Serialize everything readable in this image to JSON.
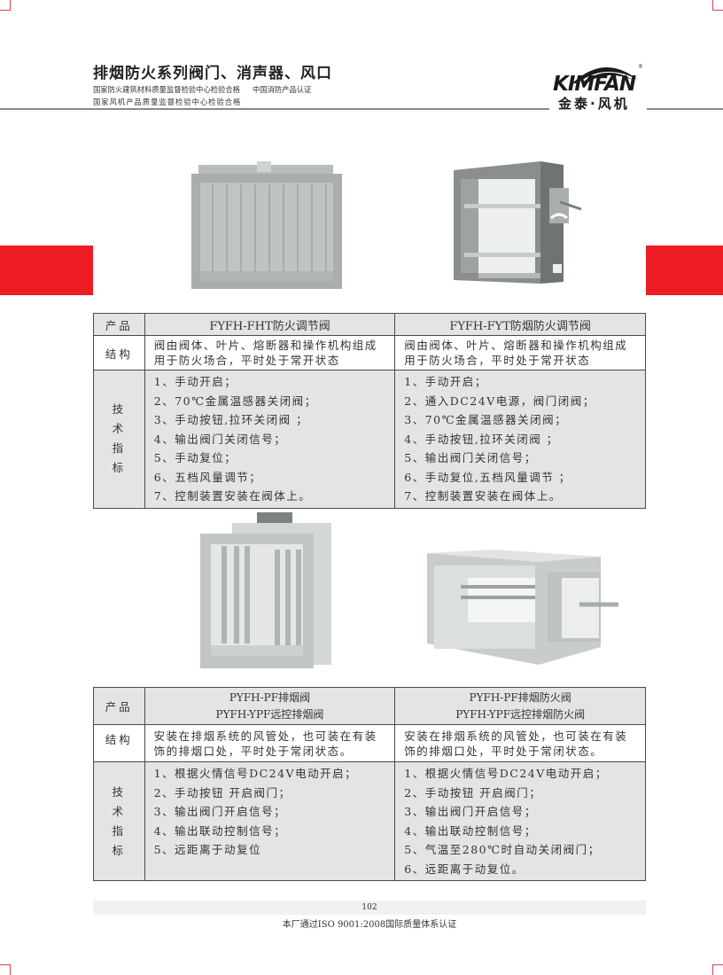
{
  "header": {
    "title": "排烟防火系列阀门、消声器、风口",
    "certifications": [
      "国家防火建筑材料质量监督检验中心检验合格",
      "中国消防产品认证",
      "国家风机产品质量监督检验中心检验合格"
    ]
  },
  "logo": {
    "brand": "KIMFAN",
    "registered": "®",
    "chinese_name": "金泰·风机"
  },
  "colors": {
    "accent_red": "#ed1c24",
    "table_gray": "#e3e4e4",
    "rule_gray": "#8a8a8a"
  },
  "section1": {
    "images": [
      {
        "name": "FYFH-FHT fire damper photo"
      },
      {
        "name": "FYFH-FYT smoke fire damper photo"
      }
    ],
    "table": {
      "labels": {
        "product": "产品",
        "structure": "结构",
        "tech": [
          "技",
          "术",
          "指",
          "标"
        ]
      },
      "products": [
        {
          "name_lines": [
            "FYFH-FHT防火调节阀"
          ],
          "structure_lines": [
            "阀由阀体、叶片、熔断器和操作机构组成",
            "用于防火场合，平时处于常开状态"
          ],
          "specs": [
            "1、手动开启；",
            "2、70℃金属温感器关闭阀；",
            "3、手动按钮,拉环关闭阀 ；",
            "4、输出阀门关闭信号；",
            "5、手动复位；",
            "6、五档风量调节；",
            "7、控制装置安装在阀体上。"
          ]
        },
        {
          "name_lines": [
            "FYFH-FYT防烟防火调节阀"
          ],
          "structure_lines": [
            "阀由阀体、叶片、熔断器和操作机构组成",
            "用于防火场合，平时处于常开状态"
          ],
          "specs": [
            "1、手动开启；",
            "2、通入DC24V电源，阀门闭阀；",
            "3、70℃金属温感器关闭阀；",
            "4、手动按钮,拉环关闭阀 ；",
            "5、输出阀门关闭信号；",
            "6、手动复位,五档风量调节 ；",
            "7、控制装置安装在阀体上。"
          ]
        }
      ]
    }
  },
  "section2": {
    "images": [
      {
        "name": "PYFH-PF smoke exhaust valve photo"
      },
      {
        "name": "PYFH-PF smoke exhaust fire valve photo"
      }
    ],
    "table": {
      "labels": {
        "product": "产品",
        "structure": "结构",
        "tech": [
          "技",
          "术",
          "指",
          "标"
        ]
      },
      "products": [
        {
          "name_lines": [
            "PYFH-PF排烟阀",
            "PYFH-YPF远控排烟阀"
          ],
          "structure_lines": [
            "安装在排烟系统的风管处，也可装在有装",
            "饰的排烟口处，平时处于常闭状态。"
          ],
          "specs": [
            "1、根据火情信号DC24V电动开启；",
            "2、手动按钮 开启阀门；",
            "3、输出阀门开启信号；",
            "4、输出联动控制信号；",
            "5、远距离于动复位"
          ]
        },
        {
          "name_lines": [
            "PYFH-PF排烟防火阀",
            "PYFH-YPF远控排烟防火阀"
          ],
          "structure_lines": [
            "安装在排烟系统的风管处，也可装在有装",
            "饰的排烟口处，平时处于常闭状态。"
          ],
          "specs": [
            "1、根据火情信号DC24V电动开启；",
            "2、手动按钮 开启阀门；",
            "3、输出阀门开启信号；",
            "4、输出联动控制信号；",
            "5、气温至280℃时自动关闭阀门；",
            "6、远距离于动复位。"
          ]
        }
      ]
    }
  },
  "footer": {
    "page_number": "102",
    "note": "本厂通过ISO 9001:2008国际质量体系认证"
  }
}
